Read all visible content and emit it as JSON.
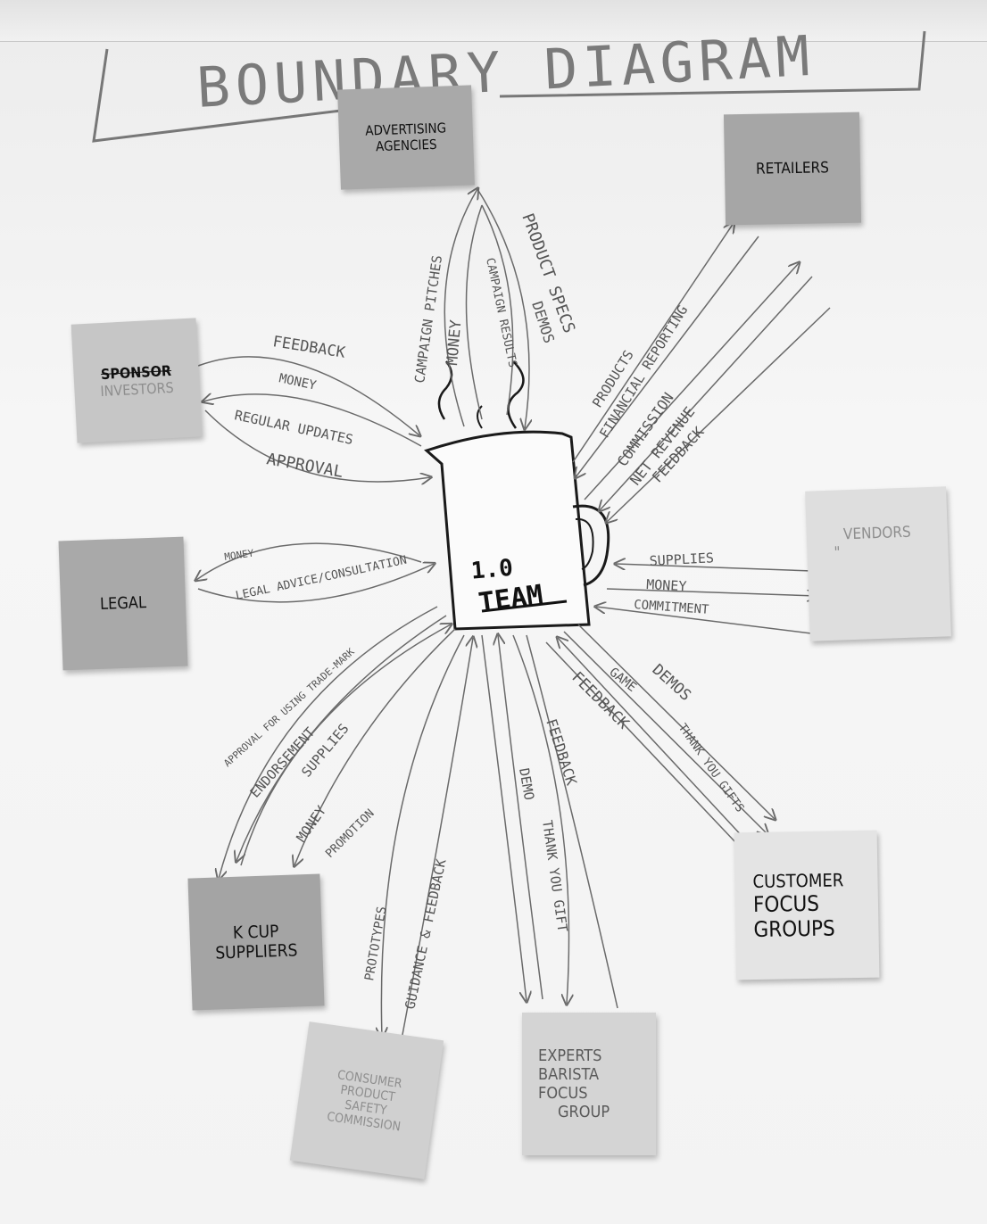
{
  "title": "BOUNDARY DIAGRAM",
  "center": {
    "label_top": "1.0",
    "label_bottom": "TEAM"
  },
  "notes": {
    "advertising": {
      "line1": "ADVERTISING",
      "line2": "AGENCIES"
    },
    "retailers": {
      "line1": "RETAILERS"
    },
    "sponsor": {
      "line1": "SPONSOR",
      "line2": "INVESTORS"
    },
    "legal": {
      "line1": "LEGAL"
    },
    "vendors": {
      "line1": "VENDORS",
      "line2": "\""
    },
    "kcup": {
      "line1": "K CUP",
      "line2": "SUPPLIERS"
    },
    "customer": {
      "line1": "CUSTOMER",
      "line2": "FOCUS",
      "line3": "GROUPS"
    },
    "cpsc": {
      "line1": "CONSUMER",
      "line2": "PRODUCT",
      "line3": "SAFETY",
      "line4": "COMMISSION"
    },
    "experts": {
      "line1": "EXPERTS",
      "line2": "BARISTA",
      "line3": "FOCUS",
      "line4": "GROUP"
    }
  },
  "flows": {
    "campaign_pitches": "CAMPAIGN PITCHES",
    "money_adv": "MONEY",
    "campaign_results": "CAMPAIGN RESULTS",
    "product_specs": "PRODUCT SPECS",
    "demos_adv": "DEMOS",
    "feedback_sponsor": "FEEDBACK",
    "money_sponsor": "MONEY",
    "regular_updates": "REGULAR UPDATES",
    "approval": "APPROVAL",
    "products": "PRODUCTS",
    "financial_reporting": "FINANCIAL REPORTING",
    "commission": "COMMISSION",
    "net_revenue": "NET REVENUE",
    "feedback_retail": "FEEDBACK",
    "money_legal": "MONEY",
    "legal_advice": "LEGAL ADVICE/CONSULTATION",
    "supplies_vendor": "SUPPLIES",
    "money_vendor": "MONEY",
    "commitment": "COMMITMENT",
    "approval_trademark": "APPROVAL FOR USING TRADE-MARK",
    "endorsement": "ENDORSEMENT",
    "supplies_kcup": "SUPPLIES",
    "money_kcup": "MONEY",
    "promotion": "PROMOTION",
    "prototypes": "PROTOTYPES",
    "guidance_feedback": "GUIDANCE & FEEDBACK",
    "demo_expert": "DEMO",
    "feedback_expert": "FEEDBACK",
    "thank_you_gift": "THANK YOU GIFT",
    "demos_customer": "DEMOS",
    "game": "GAME",
    "thank_you_gifts": "THANK YOU GIFTS",
    "feedback_customer": "FEEDBACK"
  },
  "colors": {
    "ink": "#1a1a1a",
    "pencil": "#6a6a6a",
    "note_dark": "#a8a8a8",
    "note_mid": "#c4c4c4",
    "note_light": "#dedede"
  }
}
